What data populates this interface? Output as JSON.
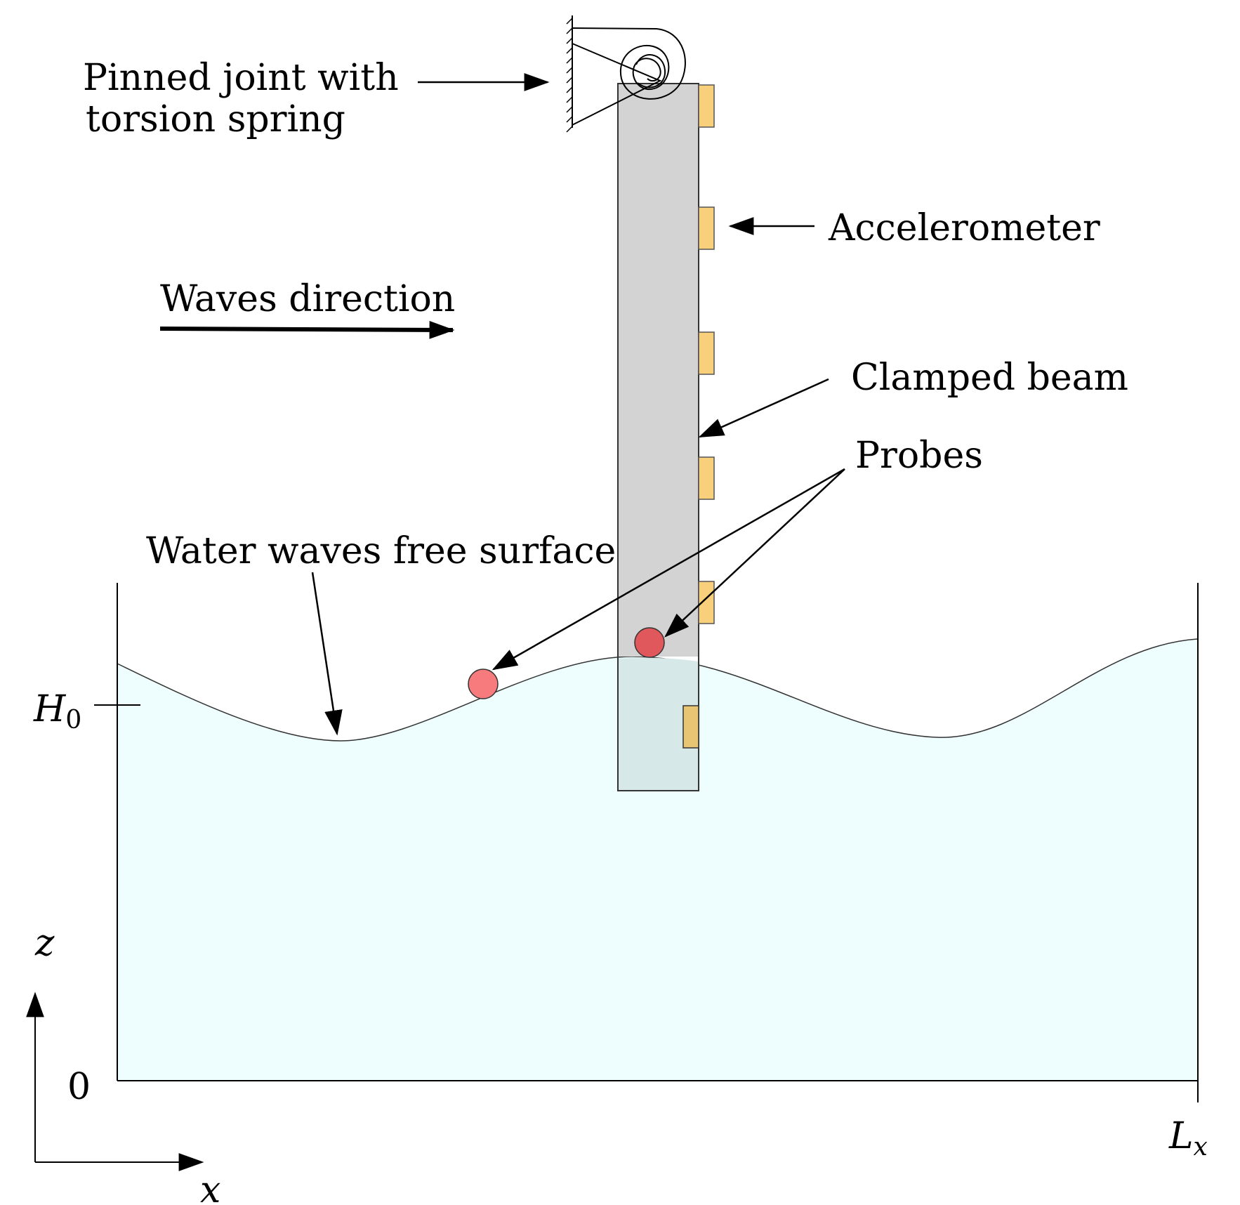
{
  "labels": {
    "pinned_joint_line1": "Pinned joint with",
    "pinned_joint_line2": "torsion spring",
    "accelerometer": "Accelerometer",
    "waves_direction": "Waves direction",
    "clamped_beam": "Clamped beam",
    "probes": "Probes",
    "free_surface": "Water waves free surface"
  },
  "axes": {
    "h0_main": "H",
    "h0_sub": "0",
    "zero": "0",
    "lx_main": "L",
    "lx_sub": "x",
    "x": "x",
    "z": "z"
  },
  "colors": {
    "water_fill": "#eefeff",
    "beam_fill": "#d3d3d3",
    "beam_submerged_fill": "#d6e8e8",
    "accelerometer_fill": "#f8cf7a",
    "accelerometer_submerged_fill": "#e8c573",
    "probe_fill": "#f77b7c",
    "probe_submerged_fill": "#e0585c"
  }
}
